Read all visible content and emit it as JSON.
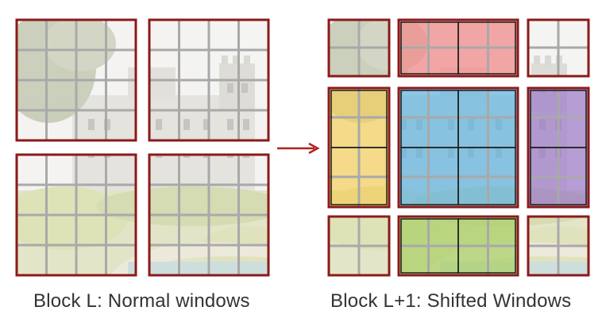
{
  "captions": {
    "left": "Block L: Normal windows",
    "right": "Block L+1: Shifted Windows"
  },
  "colors": {
    "window_border": "#8b1a1a",
    "grid_line": "#a9a9a9",
    "arrow": "#b22222",
    "shifted_windows": {
      "red": "#f28b8b",
      "yellow": "#f3cf5c",
      "blue": "#5fb4df",
      "purple": "#9b78c8",
      "green": "#a8cf63"
    }
  },
  "images": {
    "photo_description_icon": "castle-photo"
  }
}
